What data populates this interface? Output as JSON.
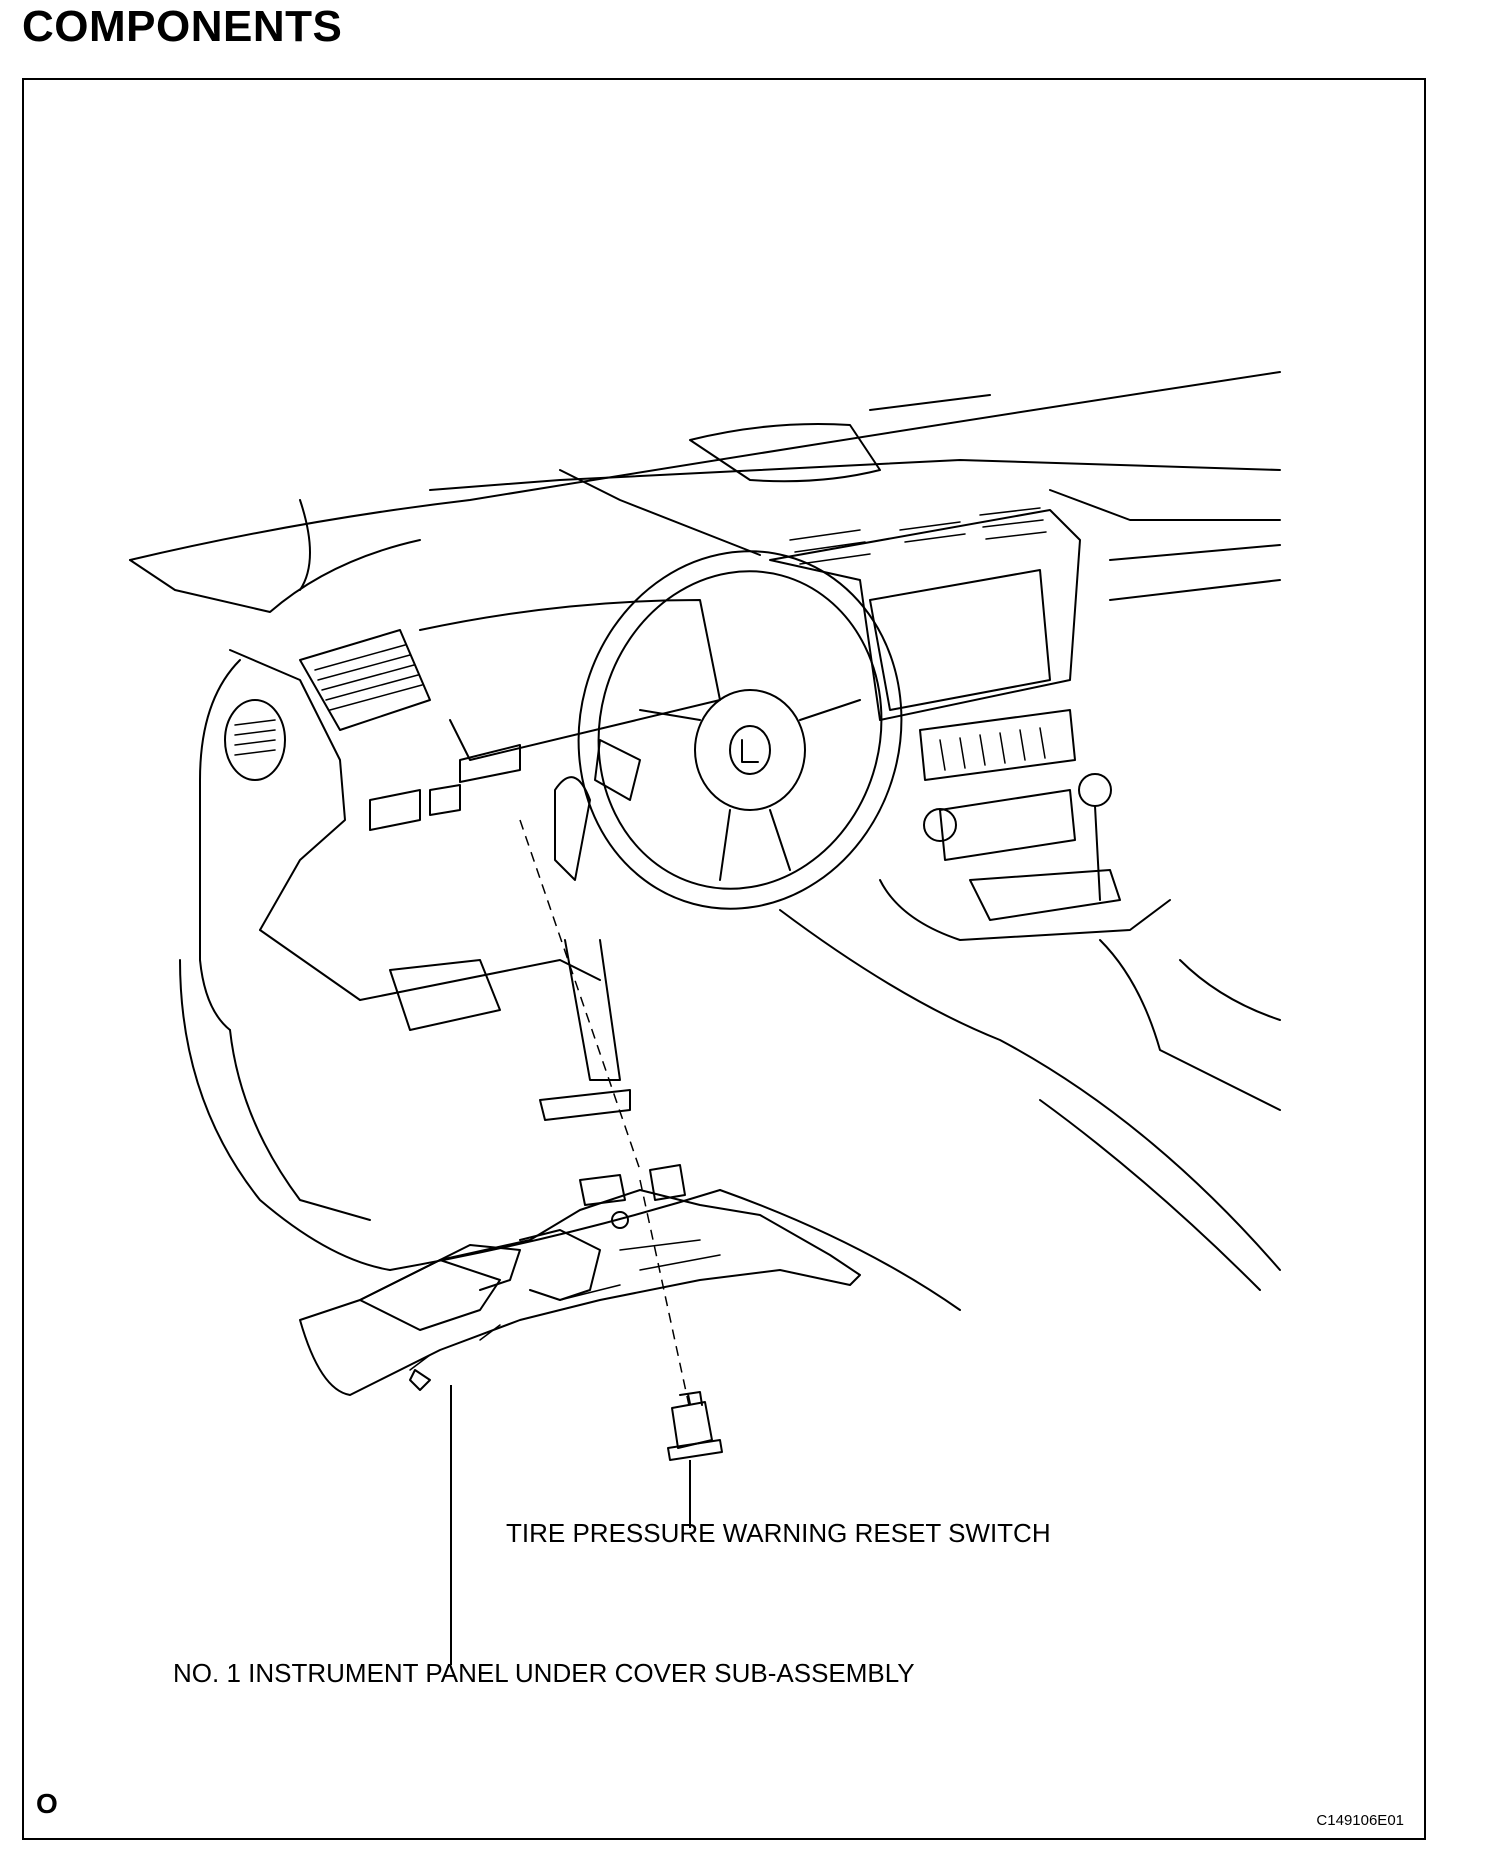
{
  "header": {
    "title": "COMPONENTS"
  },
  "callouts": {
    "reset_switch": "TIRE PRESSURE WARNING RESET SWITCH",
    "under_cover": "NO. 1 INSTRUMENT PANEL UNDER COVER SUB-ASSEMBLY"
  },
  "footer": {
    "marker": "O",
    "figure_id": "C149106E01"
  }
}
